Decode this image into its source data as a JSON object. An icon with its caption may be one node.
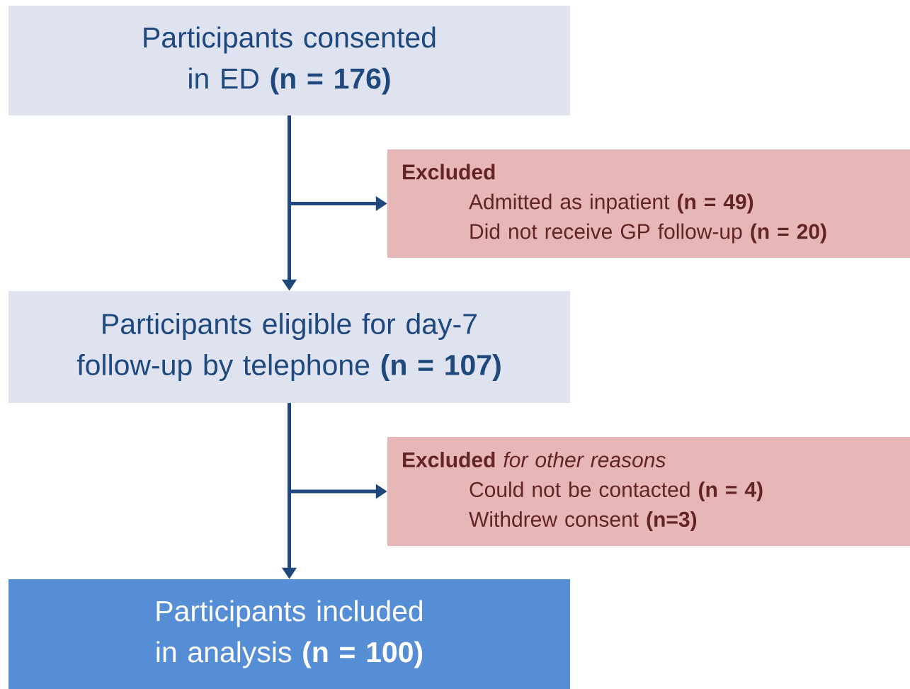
{
  "diagram": {
    "nodes": [
      {
        "text": [
          "Participants consented in ED **(n = 176)**"
        ]
      },
      {
        "text": [
          "**Excluded**",
          "Admitted as inpatient **(n = 49)**",
          "Did not receive GP follow-up **(n = 20)**"
        ]
      },
      {
        "text": [
          "Participants eligible for day-7 follow-up by telephone **(n = 107)**"
        ]
      },
      {
        "text": [
          "**Excluded** *for other reasons*",
          "Could not be contacted **(n = 4)**",
          "Withdrew consent **(n=3)**"
        ]
      },
      {
        "text": [
          "Participants included in analysis **(n = 100)**"
        ]
      }
    ],
    "edges": [
      {
        "from": 0,
        "to": 1,
        "arrow": "to"
      },
      {
        "from": 0,
        "to": 2,
        "arrow": "to"
      },
      {
        "from": 2,
        "to": 3,
        "arrow": "to"
      },
      {
        "from": 2,
        "to": 4,
        "arrow": "to"
      }
    ]
  }
}
